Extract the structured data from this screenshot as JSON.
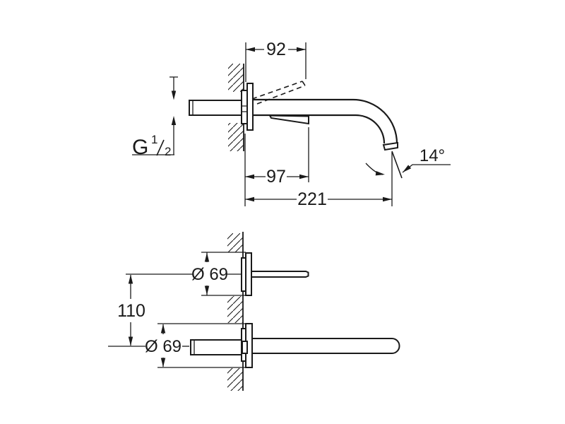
{
  "diagram": {
    "type": "technical-dimension-drawing",
    "subject": "wall-mounted basin faucet, side view and plan view",
    "side_view": {
      "dimensions": {
        "upper_projection": "92",
        "lever_projection": "97",
        "total_projection": "221",
        "spout_angle": "14°",
        "thread": {
          "prefix": "G",
          "numerator": "1",
          "denominator": "2"
        }
      }
    },
    "plan_view": {
      "dimensions": {
        "escutcheon_diameter_top": "Ø 69",
        "escutcheon_diameter_bottom": "Ø 69",
        "center_distance": "110"
      }
    },
    "colors": {
      "line": "#1a1a1a",
      "background": "#ffffff"
    }
  }
}
